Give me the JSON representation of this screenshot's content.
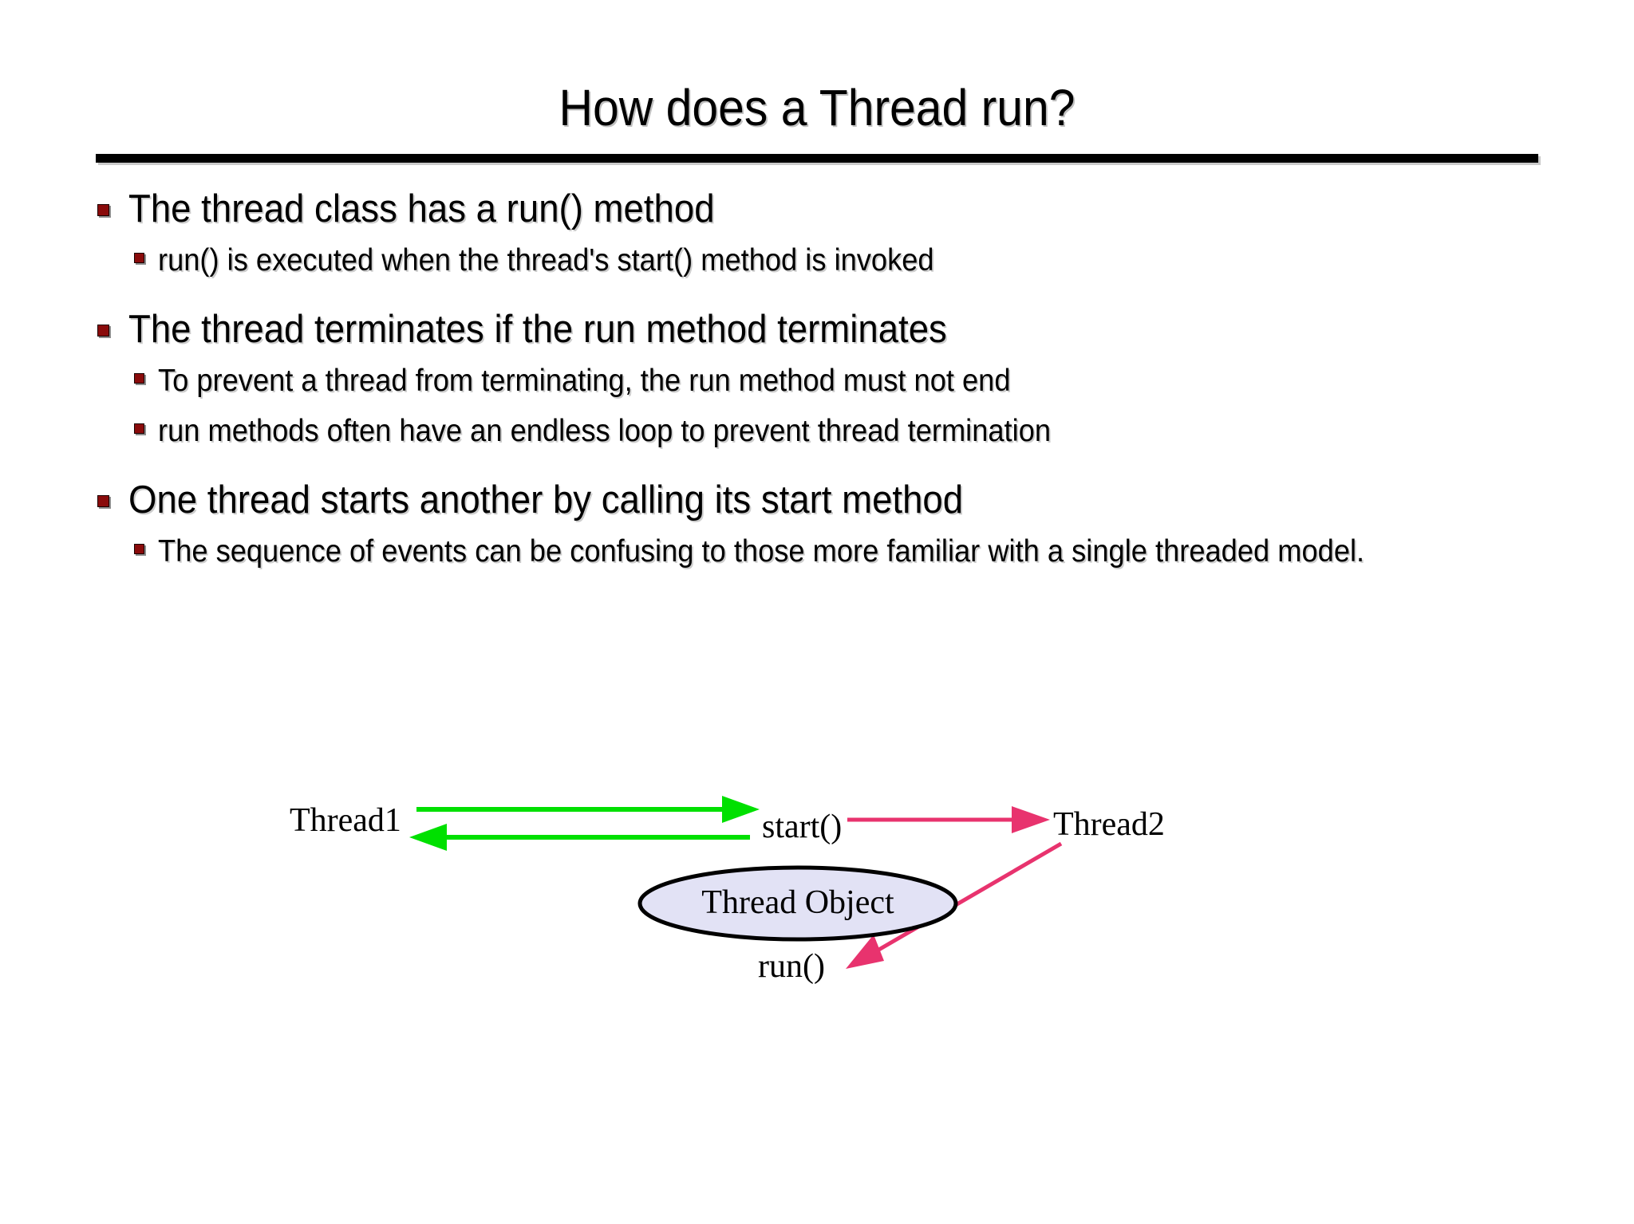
{
  "slide": {
    "title": "How does a Thread run?",
    "bullet_groups": [
      {
        "main": "The thread class has a run() method",
        "subs": [
          "run() is executed when the thread's start() method is invoked"
        ]
      },
      {
        "main": "The thread terminates if the run method terminates",
        "subs": [
          "To prevent a thread from terminating, the run method must not end",
          "run methods often have an endless loop to prevent thread termination"
        ]
      },
      {
        "main": "One thread starts another by calling its start method",
        "subs": [
          "The sequence of events can be confusing to those more familiar with a single threaded model."
        ]
      }
    ]
  },
  "diagram": {
    "labels": {
      "thread1": "Thread1",
      "start": "start()",
      "thread2": "Thread2",
      "run": "run()",
      "thread_object": "Thread Object"
    },
    "arrows": [
      {
        "name": "thread1-to-start",
        "color": "#00E000",
        "direction": "right"
      },
      {
        "name": "start-to-thread1",
        "color": "#00E000",
        "direction": "left"
      },
      {
        "name": "start-to-thread2",
        "color": "#E8336E",
        "direction": "right"
      },
      {
        "name": "thread2-to-run",
        "color": "#E8336E",
        "direction": "down-left"
      }
    ],
    "shapes": [
      {
        "name": "thread-object-ellipse",
        "fill": "#E2E2F5",
        "stroke": "#000000"
      }
    ]
  },
  "colors": {
    "bullet_marker": "#8A0B0B",
    "text": "#000000",
    "background": "#FFFFFF",
    "green_arrow": "#00E000",
    "pink_arrow": "#E8336E",
    "ellipse_fill": "#E2E2F5"
  }
}
